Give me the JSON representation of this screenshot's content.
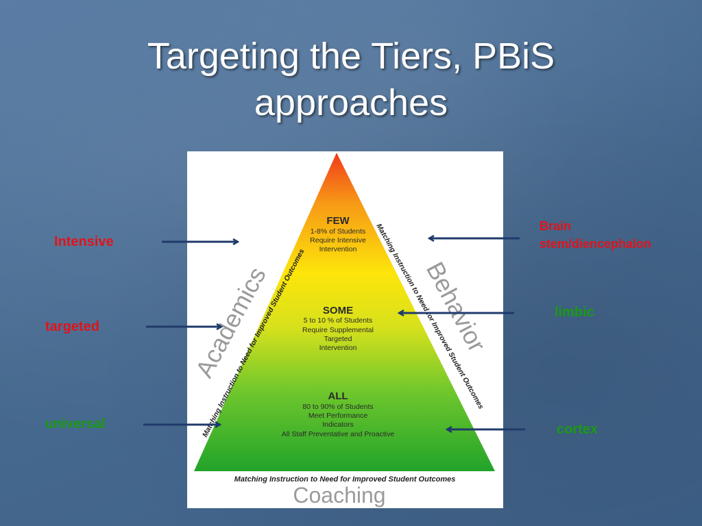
{
  "slide": {
    "title_line1": "Targeting the Tiers, PBiS",
    "title_line2": "approaches"
  },
  "pyramid": {
    "tiers": [
      {
        "heading": "FEW",
        "lines": [
          "1-8% of Students",
          "Require Intensive",
          "Intervention"
        ]
      },
      {
        "heading": "SOME",
        "lines": [
          "5 to 10 % of Students",
          "Require Supplemental",
          "Targeted",
          "Intervention"
        ]
      },
      {
        "heading": "ALL",
        "lines": [
          "80 to 90% of Students",
          "Meet Performance",
          "Indicators",
          "All Staff Preventative and Proactive"
        ]
      }
    ],
    "left_side_text": "Matching Instruction to Need for Improved Student Outcomes",
    "right_side_text": "Matching Instruction to Need for Improved Student Outcomes",
    "bottom_text": "Matching Instruction to Need for Improved Student Outcomes",
    "left_label": "Academics",
    "right_label": "Behavior",
    "bottom_label": "Coaching"
  },
  "left_labels": {
    "intensive": "Intensive",
    "targeted": "targeted",
    "universal": "universal"
  },
  "right_labels": {
    "brain_line1": "Brain",
    "brain_line2": "stem/diencephalon",
    "limbic": "limbic",
    "cortex": "cortex"
  },
  "colors": {
    "label_red": "#e0141b",
    "label_green": "#1a9a14",
    "arrow": "#1f3a6b",
    "pyramid_top": "#f03a1a",
    "pyramid_mid": "#ffe600",
    "pyramid_bottom": "#22a32a"
  }
}
